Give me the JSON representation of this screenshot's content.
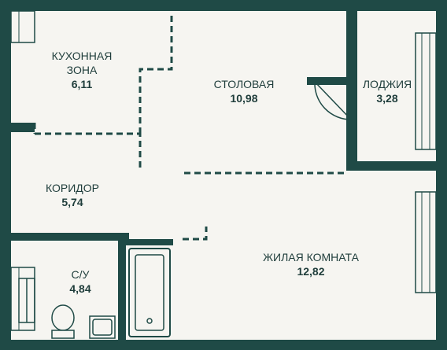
{
  "colors": {
    "wall": "#1f4a46",
    "floor": "#f3f2ee",
    "text": "#1f3d3b",
    "dash": "#1f4a46"
  },
  "rooms": [
    {
      "name_lines": [
        "КУХОННАЯ",
        "ЗОНА"
      ],
      "area": "6,11"
    },
    {
      "name_lines": [
        "СТОЛОВАЯ"
      ],
      "area": "10,98"
    },
    {
      "name_lines": [
        "ЛОДЖИЯ"
      ],
      "area": "3,28"
    },
    {
      "name_lines": [
        "КОРИДОР"
      ],
      "area": "5,74"
    },
    {
      "name_lines": [
        "С/У"
      ],
      "area": "4,84"
    },
    {
      "name_lines": [
        "ЖИЛАЯ КОМНАТА"
      ],
      "area": "12,82"
    }
  ]
}
